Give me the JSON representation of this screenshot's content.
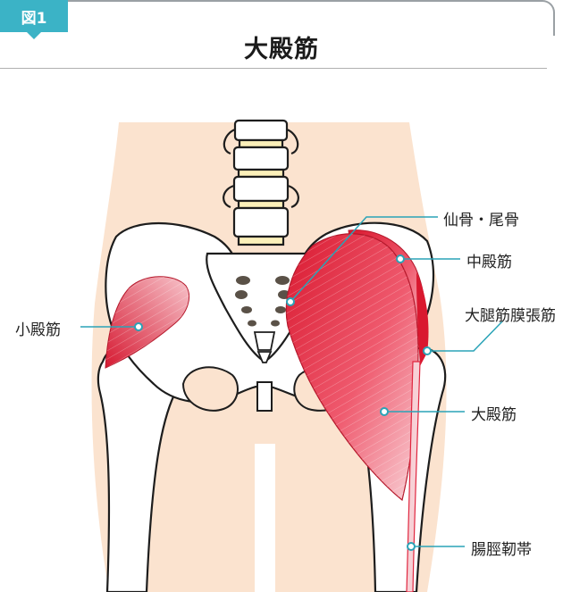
{
  "figure_tag": "図1",
  "title": "大殿筋",
  "labels": {
    "sacrum_coccyx": "仙骨・尾骨",
    "gluteus_medius": "中殿筋",
    "tensor_fasciae_latae": "大腿筋膜張筋",
    "gluteus_maximus": "大殿筋",
    "iliotibial_tract": "腸脛靭帯",
    "gluteus_minimus": "小殿筋"
  },
  "colors": {
    "accent": "#3bb3c6",
    "skin": "#fbe3cf",
    "muscle": "#e0263f",
    "bone": "#ffffff",
    "cartilage": "#fbf0b9"
  }
}
